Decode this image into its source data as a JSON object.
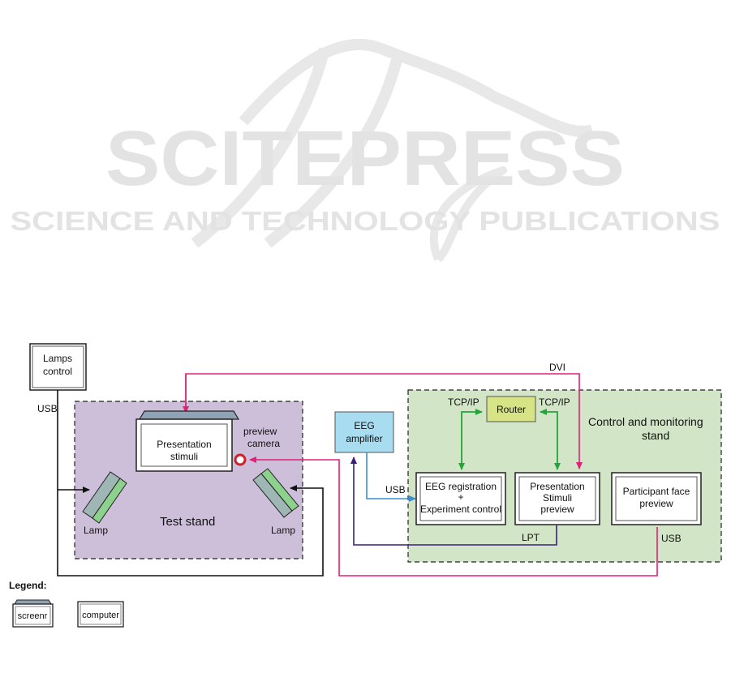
{
  "watermark": {
    "title": "SCITEPRESS",
    "subtitle": "SCIENCE AND TECHNOLOGY PUBLICATIONS",
    "color": "#e6e6e6"
  },
  "colors": {
    "test_stand_fill": "#cdbfd9",
    "control_stand_fill": "#d2e5c6",
    "eeg_amp_fill": "#a8dcf0",
    "router_fill": "#d6e486",
    "lamp_fill": "#8cd28c",
    "screen_top": "#8fa3b4",
    "dvi_line": "#e0207a",
    "tcp_line": "#22a63a",
    "usb_eeg_line": "#3a8fd0",
    "lpt_line": "#3b1f7a",
    "black_line": "#111111"
  },
  "diagram": {
    "lamps_control": [
      "Lamps",
      "control"
    ],
    "usb_left": "USB",
    "dvi": "DVI",
    "presentation_stimuli": [
      "Presentation",
      "stimuli"
    ],
    "preview_camera": [
      "preview",
      "camera"
    ],
    "test_stand": "Test stand",
    "lamp_left": "Lamp",
    "lamp_right": "Lamp",
    "eeg_amplifier": [
      "EEG",
      "amplifier"
    ],
    "usb_eeg": "USB",
    "tcp_ip_left": "TCP/IP",
    "router": "Router",
    "tcp_ip_right": "TCP/IP",
    "control_stand": [
      "Control and monitoring",
      "stand"
    ],
    "eeg_registration": [
      "EEG registration",
      "+",
      "Experiment control"
    ],
    "presentation_preview": [
      "Presentation",
      "Stimuli",
      "preview"
    ],
    "participant_preview": [
      "Participant face",
      "preview"
    ],
    "lpt": "LPT",
    "usb_right": "USB"
  },
  "legend": {
    "title": "Legend:",
    "screen": "screenr",
    "computer": "computer"
  }
}
